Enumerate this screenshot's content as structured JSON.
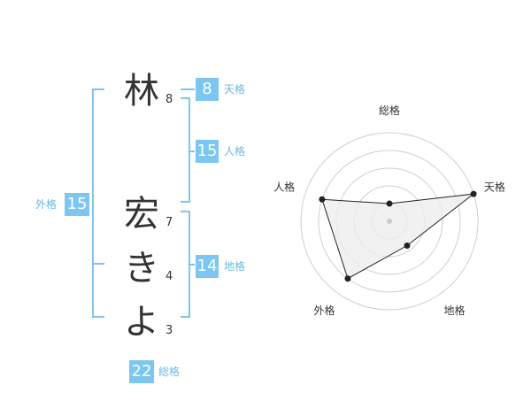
{
  "name": {
    "characters": [
      {
        "char": "林",
        "strokes": "8"
      },
      {
        "char": "宏",
        "strokes": "7"
      },
      {
        "char": "き",
        "strokes": "4"
      },
      {
        "char": "よ",
        "strokes": "3"
      }
    ]
  },
  "kaku": {
    "tenkaku": {
      "value": "8",
      "label": "天格"
    },
    "jinkaku": {
      "value": "15",
      "label": "人格"
    },
    "chikaku": {
      "value": "14",
      "label": "地格"
    },
    "gaikaku": {
      "value": "15",
      "label": "外格"
    },
    "soukaku": {
      "value": "22",
      "label": "総格"
    }
  },
  "chart_data": {
    "type": "radar",
    "axes": [
      "総格",
      "天格",
      "地格",
      "外格",
      "人格"
    ],
    "values": [
      1,
      5,
      1.7,
      4,
      4
    ],
    "scale_max": 5,
    "rings": 5
  },
  "colors": {
    "accent": "#7cc6f2",
    "bracket": "#80c4ee",
    "label": "#6cb8e6",
    "radar_fill": "#eeeeee",
    "radar_stroke": "#222222"
  }
}
